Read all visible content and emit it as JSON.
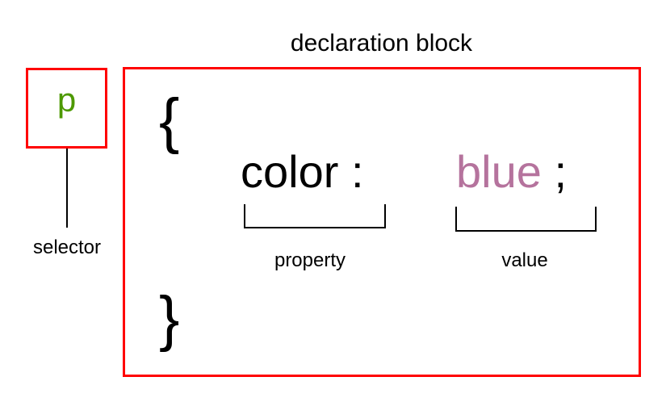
{
  "title": "declaration block",
  "selector": {
    "text": "p",
    "label": "selector",
    "color": "#4d9900"
  },
  "declaration": {
    "open_brace": "{",
    "close_brace": "}",
    "property": "color",
    "separator": ":",
    "value": "blue",
    "terminator": ";",
    "value_color": "#b5739d"
  },
  "labels": {
    "property": "property",
    "value": "value"
  },
  "colors": {
    "box_border": "#ff0000",
    "text": "#000000"
  }
}
